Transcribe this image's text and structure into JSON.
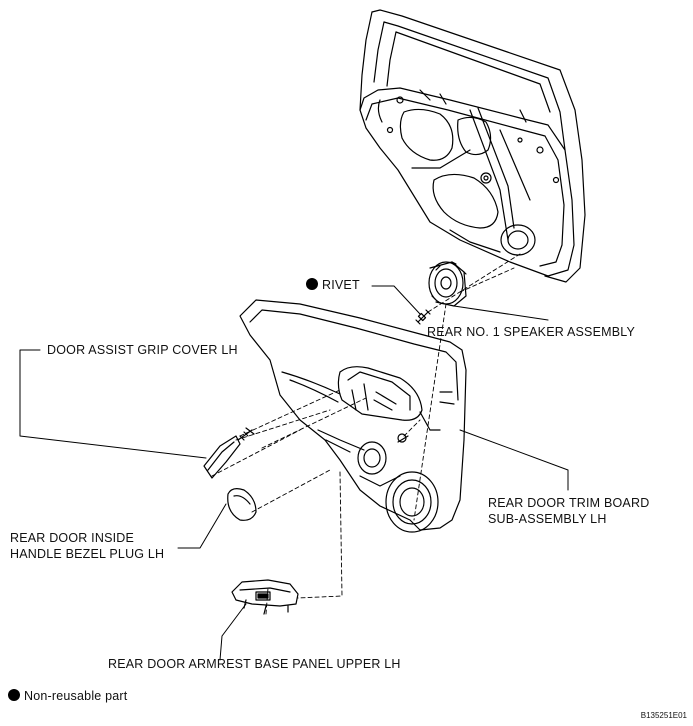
{
  "labels": {
    "rivet": "RIVET",
    "speaker": "REAR NO. 1 SPEAKER ASSEMBLY",
    "grip_cover": "DOOR ASSIST GRIP COVER LH",
    "trim_board_line1": "REAR DOOR TRIM BOARD",
    "trim_board_line2": "SUB-ASSEMBLY LH",
    "bezel_plug_line1": "REAR DOOR INSIDE",
    "bezel_plug_line2": "HANDLE BEZEL PLUG LH",
    "armrest_panel": "REAR DOOR ARMREST BASE PANEL UPPER LH"
  },
  "legend": {
    "icon": "filled-circle-icon",
    "text": "Non-reusable part"
  },
  "figure_code": "B135251E01"
}
